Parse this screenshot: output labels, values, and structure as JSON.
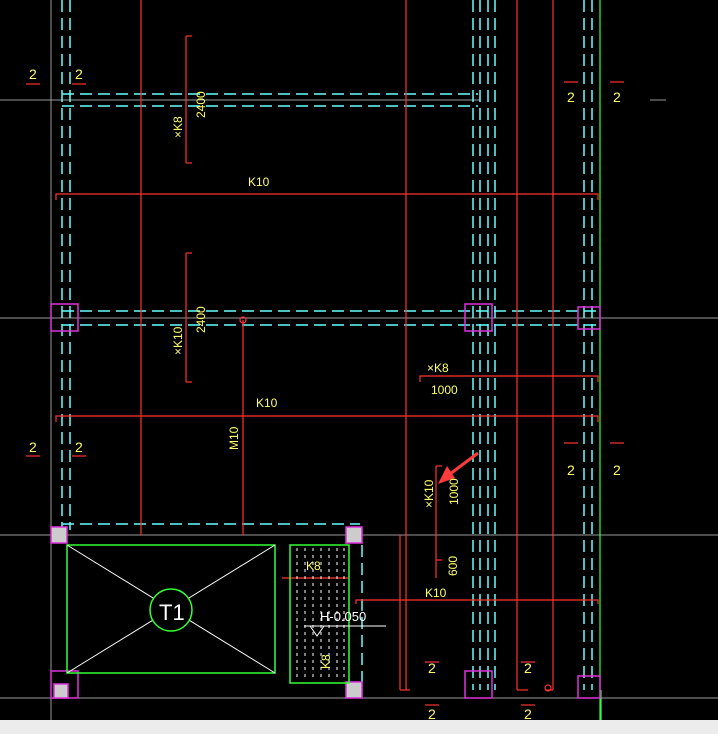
{
  "colors": {
    "background": "#000000",
    "rebar_red": "#ff3333",
    "wall_cyan": "#66ffff",
    "axis_green": "#33ff33",
    "column_magenta": "#dd33dd",
    "text_yellow": "#ffff66",
    "arrow_red": "#ff3b3b"
  },
  "labels": {
    "axis_2": "2",
    "k10": "K10",
    "xk8": "×K8",
    "xk10": "×K10",
    "dim_2400": "2400",
    "dim_1000": "1000",
    "dim_600": "600",
    "m10": "M10",
    "k8": "K8",
    "elevation": "H-0.050",
    "pit_tag": "T1"
  }
}
